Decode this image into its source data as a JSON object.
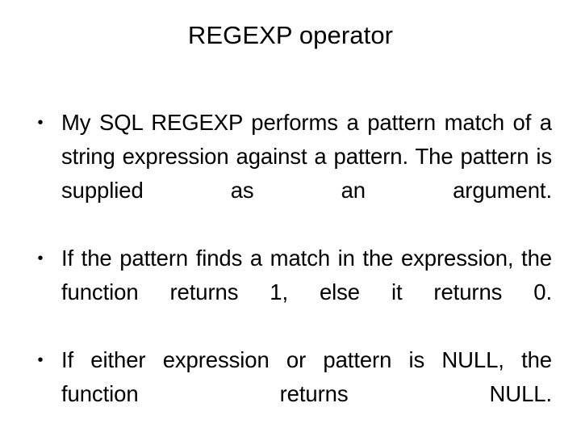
{
  "slide": {
    "title": "REGEXP operator",
    "background_color": "#ffffff",
    "text_color": "#000000",
    "bullet_glyph": "•",
    "bullets": [
      {
        "text": "My SQL REGEXP performs a pattern match of a string expression against a pattern. The pattern is supplied as an argument."
      },
      {
        "text": "If the pattern finds a match in the expression, the function returns 1, else it returns 0."
      },
      {
        "text": "If either expression or pattern is NULL, the function returns NULL."
      }
    ]
  }
}
